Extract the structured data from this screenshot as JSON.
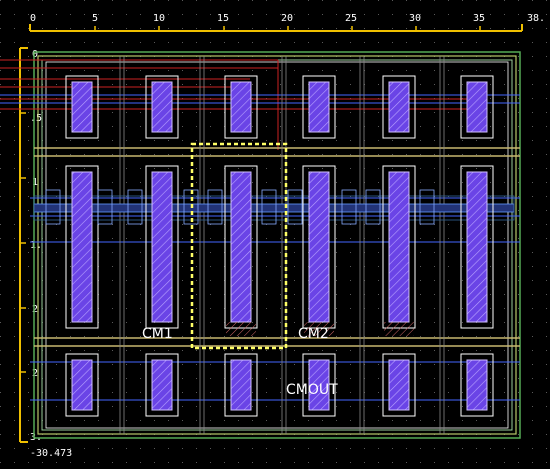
{
  "rulers": {
    "top": [
      "0",
      "5",
      "10",
      "15",
      "20",
      "25",
      "30",
      "35",
      "38."
    ],
    "left": [
      "0",
      ".5",
      "1",
      "1.",
      "2",
      "2",
      "3."
    ],
    "coord_readout": "-30.473"
  },
  "labels": {
    "cm1": "CM1",
    "cm2": "CM2",
    "cmout": "CMOUT"
  },
  "colors": {
    "background": "#000000",
    "ruler": "#f0c000",
    "metal": "#7a4ee6",
    "selection": "#ffff66"
  }
}
